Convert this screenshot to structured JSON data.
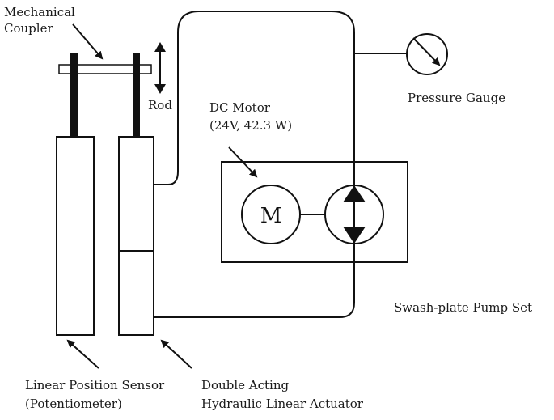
{
  "labels": {
    "coupler_line1": "Mechanical",
    "coupler_line2": "Coupler",
    "rod": "Rod",
    "motor_line1": "DC Motor",
    "motor_line2": "(24V, 42.3 W)",
    "gauge": "Pressure Gauge",
    "pump_set": "Swash-plate Pump Set",
    "sensor_line1": "Linear Position Sensor",
    "sensor_line2": "(Potentiometer)",
    "actuator_line1": "Double Acting",
    "actuator_line2": "Hydraulic Linear Actuator",
    "motor_symbol": "M"
  },
  "colors": {
    "stroke": "#111111",
    "background": "#ffffff"
  }
}
